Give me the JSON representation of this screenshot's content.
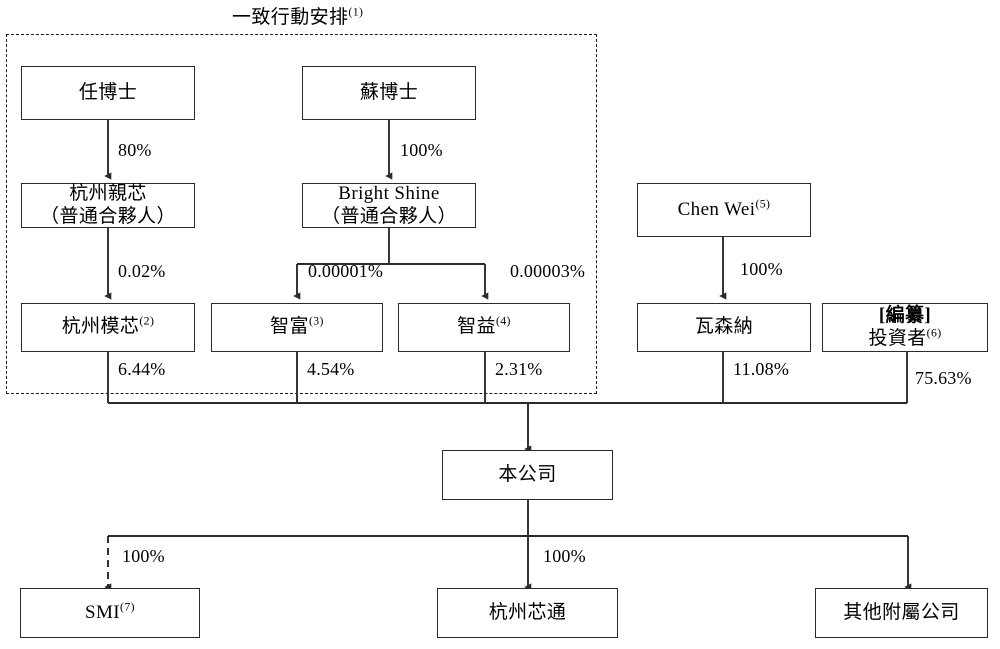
{
  "diagram": {
    "title": "一致行動安排",
    "title_note": "(1)",
    "group_frame_label": "一致行動安排(1)"
  },
  "nodes": {
    "ren_doctor": {
      "line1": "任博士"
    },
    "su_doctor": {
      "line1": "蘇博士"
    },
    "hangzhou_qinxin": {
      "line1": "杭州親芯",
      "line2": "（普通合夥人）"
    },
    "bright_shine": {
      "line1": "Bright Shine",
      "line2": "（普通合夥人）"
    },
    "chen_wei": {
      "line1": "Chen Wei",
      "note": "(5)"
    },
    "hangzhou_moxin": {
      "line1": "杭州模芯",
      "note": "(2)"
    },
    "zhifu": {
      "line1": "智富",
      "note": "(3)"
    },
    "zhiyi": {
      "line1": "智益",
      "note": "(4)"
    },
    "wasenna": {
      "line1": "瓦森納"
    },
    "investors": {
      "line1": "[編纂]",
      "line2": "投資者",
      "note": "(6)"
    },
    "company": {
      "line1": "本公司"
    },
    "smi": {
      "line1": "SMI",
      "note": "(7)"
    },
    "hangzhou_xintong": {
      "line1": "杭州芯通"
    },
    "other_subsidiaries": {
      "line1": "其他附屬公司"
    }
  },
  "edges": {
    "ren_to_qinxin": "80%",
    "su_to_brightshine": "100%",
    "qinxin_to_moxin": "0.02%",
    "brightshine_to_zhifu": "0.00001%",
    "brightshine_to_zhiyi": "0.00003%",
    "chenwei_to_wasenna": "100%",
    "moxin_to_company": "6.44%",
    "zhifu_to_company": "4.54%",
    "zhiyi_to_company": "2.31%",
    "wasenna_to_company": "11.08%",
    "investors_to_company": "75.63%",
    "company_to_smi": "100%",
    "company_to_xintong": "100%"
  },
  "colors": {
    "line": "#2b2b2b",
    "frame": "#1a1a1a",
    "background": "#ffffff",
    "text": "#000000"
  }
}
